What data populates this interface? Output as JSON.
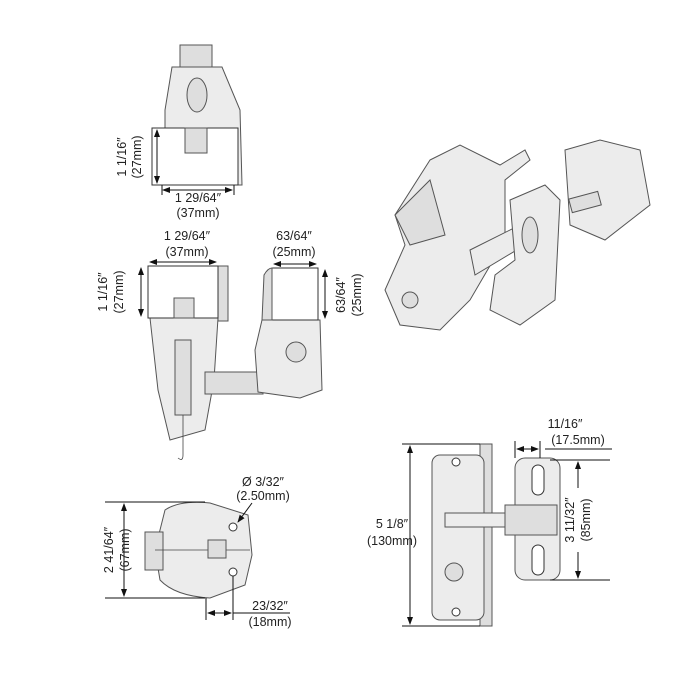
{
  "view_top": {
    "height_in": "1 1/16″",
    "height_mm": "(27mm)",
    "width_in": "1 29/64″",
    "width_mm": "(37mm)"
  },
  "view_side": {
    "width_in": "1 29/64″",
    "width_mm": "(37mm)",
    "height_in": "1 1/16″",
    "height_mm": "(27mm)",
    "keeper_width_in": "63/64″",
    "keeper_width_mm": "(25mm)",
    "keeper_height_in": "63/64″",
    "keeper_height_mm": "(25mm)"
  },
  "view_bottom": {
    "height_in": "2 41/64″",
    "height_mm": "(67mm)",
    "hole_in": "Ø 3/32″",
    "hole_mm": "(2.50mm)",
    "offset_in": "23/32″",
    "offset_mm": "(18mm)"
  },
  "view_front": {
    "height_in": "5 1/8″",
    "height_mm": "(130mm)",
    "depth_in": "11/16″",
    "depth_mm": "(17.5mm)",
    "keeper_height_in": "3 11/32″",
    "keeper_height_mm": "(85mm)"
  }
}
